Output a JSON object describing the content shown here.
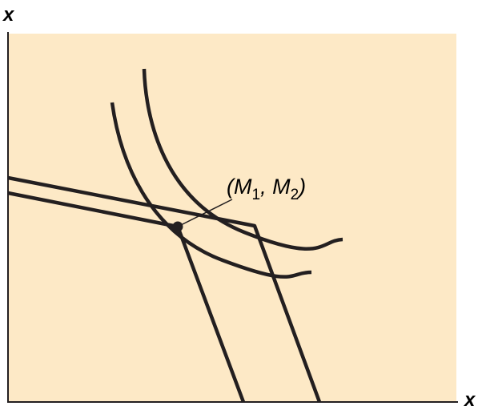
{
  "colors": {
    "plot_background": "#fde9c6",
    "ink": "#231f20"
  },
  "axes": {
    "y_label": "x",
    "x_label": "x"
  },
  "point": {
    "label_open": "(",
    "label_m1": "M",
    "label_sub1": "1",
    "label_sep": ", ",
    "label_m2": "M",
    "label_sub2": "2",
    "label_close": ")"
  }
}
